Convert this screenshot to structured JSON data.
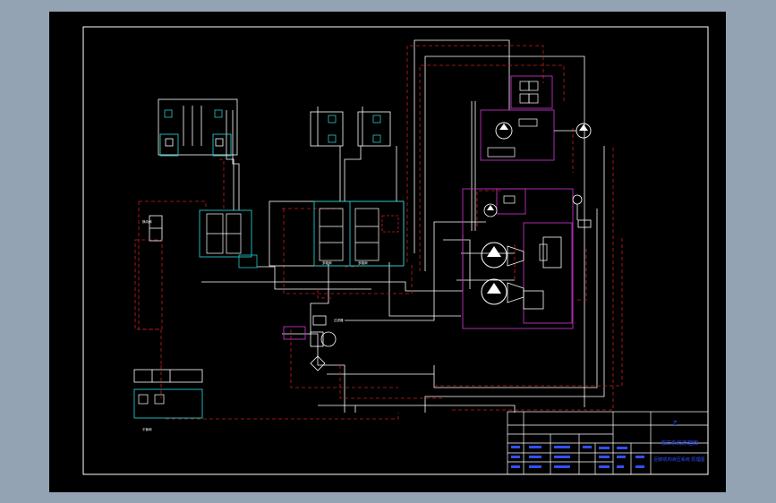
{
  "drawing": {
    "viewer_background": "#94a3b3",
    "paper_color": "#000000",
    "line_colors": {
      "white": "#ffffff",
      "red_dashed": "#c81e1e",
      "cyan": "#22c8c8",
      "magenta": "#c030c0",
      "blue_text": "#3050ff"
    }
  },
  "title_block": {
    "company_mark": "Z",
    "drawing_title": "液压系统原理图",
    "subtitle": "回转机构液压系统 原理图"
  },
  "labels": {
    "valve_left": "换向阀",
    "valve_bottom": "平衡阀",
    "multiway_a": "多路阀",
    "multiway_b": "多路阀",
    "filter_label": "过滤器"
  }
}
